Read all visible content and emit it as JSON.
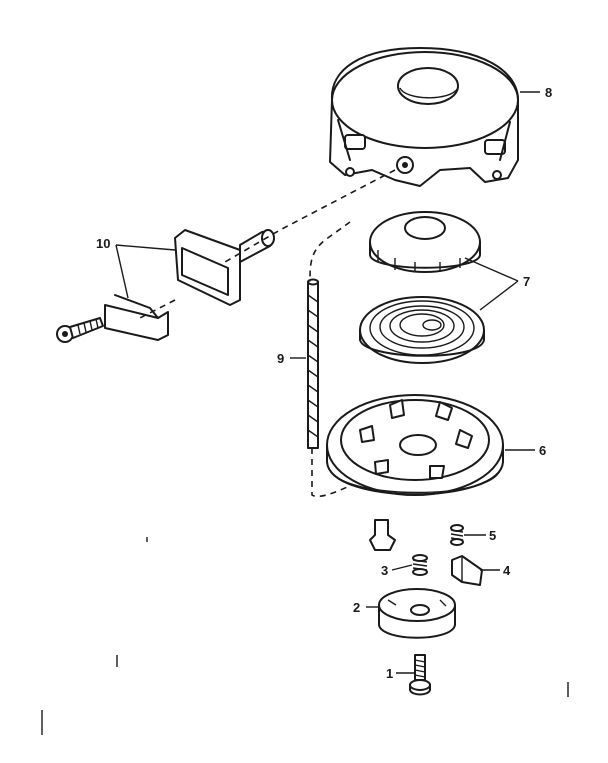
{
  "callouts": {
    "c1": "1",
    "c2": "2",
    "c3": "3",
    "c4": "4",
    "c5": "5",
    "c6": "6",
    "c7": "7",
    "c8": "8",
    "c9": "9",
    "c10": "10"
  },
  "colors": {
    "ink": "#1a1a1a",
    "paper": "#ffffff"
  }
}
